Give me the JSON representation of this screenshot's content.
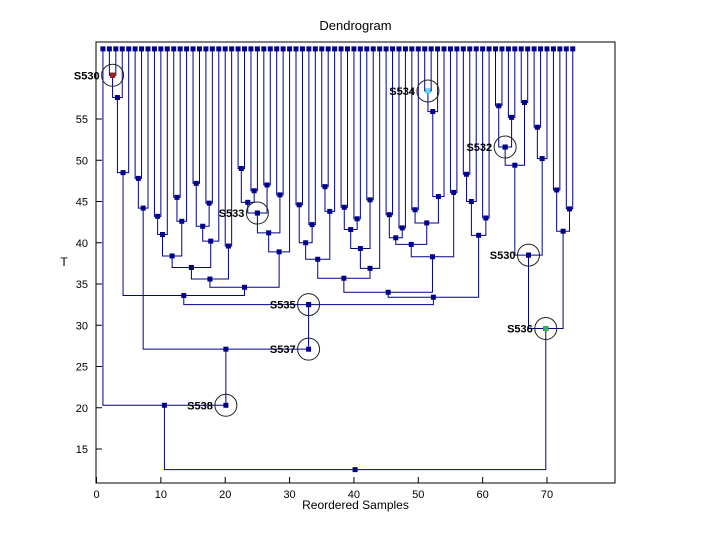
{
  "figure": {
    "title": "Dendrogram",
    "xlabel": "Reordered Samples",
    "ylabel": "T"
  },
  "axes": {
    "x_ticks": [
      0,
      10,
      20,
      30,
      40,
      50,
      60,
      70
    ],
    "y_ticks": [
      15,
      20,
      25,
      30,
      35,
      40,
      45,
      50,
      55
    ]
  },
  "chart_data": {
    "type": "dendrogram",
    "title": "Dendrogram",
    "xlabel": "Reordered Samples",
    "ylabel": "T",
    "x_axis_range": [
      0,
      80
    ],
    "y_axis_range": [
      11,
      64
    ],
    "leaf_count": 74,
    "leaf_height": 63.5,
    "line_color": "#00008b",
    "marker_color": "#00008b",
    "label_color": "#dd0000",
    "circle_color": "#222222",
    "merges": [
      [
        2,
        63.5,
        3,
        63.5,
        60.3
      ],
      [
        2.5,
        60.3,
        4,
        63.5,
        57.6
      ],
      [
        3.25,
        57.6,
        5,
        63.5,
        48.5
      ],
      [
        6,
        63.5,
        7,
        63.5,
        47.8
      ],
      [
        6.5,
        47.8,
        8,
        63.5,
        44.2
      ],
      [
        9,
        63.5,
        10,
        63.5,
        43.2
      ],
      [
        9.5,
        43.2,
        11,
        63.5,
        41
      ],
      [
        12,
        63.5,
        13,
        63.5,
        45.5
      ],
      [
        12.5,
        45.5,
        14,
        63.5,
        42.6
      ],
      [
        10.25,
        41,
        13.25,
        42.6,
        38.4
      ],
      [
        15,
        63.5,
        16,
        63.5,
        47.2
      ],
      [
        17,
        63.5,
        18,
        63.5,
        44.8
      ],
      [
        15.5,
        47.2,
        17.5,
        44.8,
        42
      ],
      [
        16.5,
        42,
        19,
        63.5,
        40.2
      ],
      [
        11.75,
        38.4,
        17.75,
        40.2,
        37
      ],
      [
        20,
        63.5,
        21,
        63.5,
        39.6
      ],
      [
        14.75,
        37,
        20.5,
        39.6,
        35.6
      ],
      [
        22,
        63.5,
        23,
        63.5,
        49
      ],
      [
        24,
        63.5,
        25,
        63.5,
        46.3
      ],
      [
        22.5,
        49,
        24.5,
        46.3,
        44.9
      ],
      [
        26,
        63.5,
        27,
        63.5,
        47
      ],
      [
        23.5,
        44.9,
        26.5,
        47,
        43.6
      ],
      [
        28,
        63.5,
        29,
        63.5,
        45.8
      ],
      [
        25,
        43.6,
        28.5,
        45.8,
        41.2
      ],
      [
        26.75,
        41.2,
        30,
        63.5,
        38.9
      ],
      [
        17.625,
        35.6,
        28.375,
        38.9,
        34.6
      ],
      [
        4.125,
        48.5,
        23,
        34.6,
        33.6
      ],
      [
        31,
        63.5,
        32,
        63.5,
        44.6
      ],
      [
        33,
        63.5,
        34,
        63.5,
        42.2
      ],
      [
        31.5,
        44.6,
        33.5,
        42.2,
        40
      ],
      [
        35,
        63.5,
        36,
        63.5,
        46.8
      ],
      [
        35.5,
        46.8,
        37,
        63.5,
        43.8
      ],
      [
        32.5,
        40,
        36.25,
        43.8,
        38
      ],
      [
        38,
        63.5,
        39,
        63.5,
        44.3
      ],
      [
        40,
        63.5,
        41,
        63.5,
        42.9
      ],
      [
        38.5,
        44.3,
        40.5,
        42.9,
        41.6
      ],
      [
        42,
        63.5,
        43,
        63.5,
        45.2
      ],
      [
        39.5,
        41.6,
        42.5,
        45.2,
        39.3
      ],
      [
        41,
        39.3,
        44,
        63.5,
        36.9
      ],
      [
        34.375,
        38,
        42.5,
        36.9,
        35.7
      ],
      [
        45,
        63.5,
        46,
        63.5,
        43.4
      ],
      [
        47,
        63.5,
        48,
        63.5,
        41.8
      ],
      [
        45.5,
        43.4,
        47.5,
        41.8,
        40.6
      ],
      [
        49,
        63.5,
        50,
        63.5,
        44
      ],
      [
        51,
        63.5,
        52,
        63.5,
        58.4
      ],
      [
        51.5,
        58.4,
        53,
        63.5,
        55.9
      ],
      [
        52.25,
        55.9,
        54,
        63.5,
        45.6
      ],
      [
        49.5,
        44,
        53.125,
        45.6,
        42.4
      ],
      [
        46.5,
        40.6,
        51.3125,
        42.4,
        39.8
      ],
      [
        55,
        63.5,
        56,
        63.5,
        46.1
      ],
      [
        48.90625,
        39.8,
        55.5,
        46.1,
        38.3
      ],
      [
        38.4375,
        35.7,
        52.203125,
        38.3,
        34
      ],
      [
        57,
        63.5,
        58,
        63.5,
        48.3
      ],
      [
        57.5,
        48.3,
        59,
        63.5,
        45
      ],
      [
        60,
        63.5,
        61,
        63.5,
        43
      ],
      [
        58.25,
        45,
        60.5,
        43,
        40.9
      ],
      [
        45.3203125,
        34,
        59.375,
        40.9,
        33.4
      ],
      [
        13.5625,
        33.6,
        52.34765625,
        33.4,
        32.5
      ],
      [
        62,
        63.5,
        63,
        63.5,
        56.6
      ],
      [
        64,
        63.5,
        65,
        63.5,
        55.2
      ],
      [
        62.5,
        56.6,
        64.5,
        55.2,
        51.6
      ],
      [
        66,
        63.5,
        67,
        63.5,
        57
      ],
      [
        63.5,
        51.6,
        66.5,
        57,
        49.4
      ],
      [
        68,
        63.5,
        69,
        63.5,
        54
      ],
      [
        68.5,
        54,
        70,
        63.5,
        50.2
      ],
      [
        65,
        49.4,
        69.25,
        50.2,
        38.5
      ],
      [
        71,
        63.5,
        72,
        63.5,
        46.4
      ],
      [
        73,
        63.5,
        74,
        63.5,
        44.1
      ],
      [
        71.5,
        46.4,
        73.5,
        44.1,
        41.4
      ],
      [
        67.125,
        38.5,
        72.5,
        41.4,
        29.6
      ],
      [
        7.25,
        44.2,
        32.955078125,
        32.5,
        27.1
      ],
      [
        1,
        63.5,
        20.1025390625,
        27.1,
        20.3
      ],
      [
        10.55126953125,
        20.3,
        69.8125,
        29.6,
        12.5
      ]
    ],
    "special_markers": [
      {
        "x": 2.5,
        "t": 60.3,
        "color": "#992222"
      },
      {
        "x": 51.5,
        "t": 58.4,
        "color": "#55ddee"
      },
      {
        "x": 69.8125,
        "t": 29.6,
        "color": "#2eb84d"
      }
    ],
    "annotations": [
      {
        "label": "S530",
        "x": 2.5,
        "t": 60.3
      },
      {
        "label": "S534",
        "x": 51.5,
        "t": 58.4
      },
      {
        "label": "S532",
        "x": 63.5,
        "t": 51.6
      },
      {
        "label": "S533",
        "x": 25,
        "t": 43.6
      },
      {
        "label": "S530",
        "x": 67.125,
        "t": 38.5
      },
      {
        "label": "S535",
        "x": 32.955078125,
        "t": 32.5
      },
      {
        "label": "S536",
        "x": 69.8125,
        "t": 29.6
      },
      {
        "label": "S537",
        "x": 32.955078125,
        "t": 27.1
      },
      {
        "label": "S538",
        "x": 20.1025390625,
        "t": 20.3
      }
    ]
  }
}
